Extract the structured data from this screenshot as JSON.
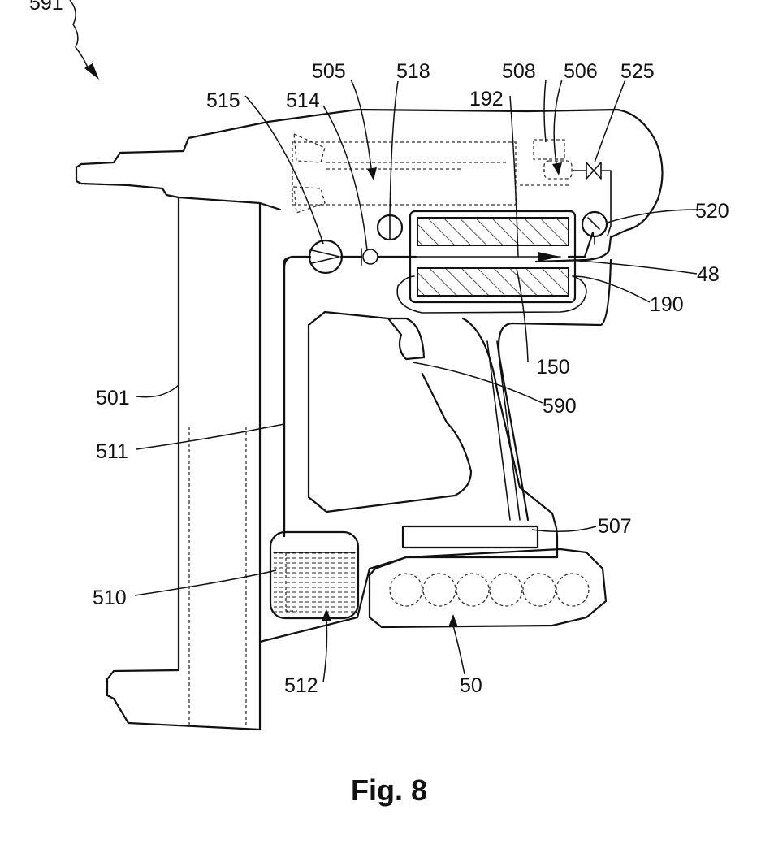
{
  "figure": {
    "caption": "Fig. 8",
    "reference_numerals": [
      "591",
      "505",
      "518",
      "508",
      "506",
      "525",
      "515",
      "514",
      "192",
      "520",
      "48",
      "190",
      "150",
      "590",
      "501",
      "511",
      "507",
      "510",
      "512",
      "50"
    ]
  }
}
